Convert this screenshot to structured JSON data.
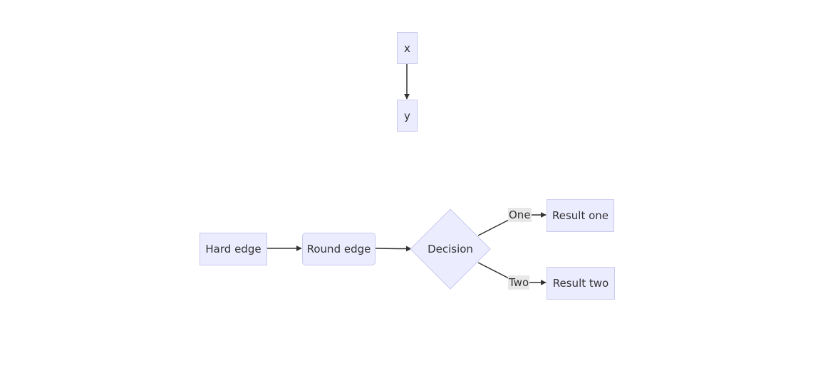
{
  "diagram": {
    "top": {
      "node_x": "x",
      "node_y": "y"
    },
    "flow": {
      "hard_edge": "Hard edge",
      "round_edge": "Round edge",
      "decision": "Decision",
      "result_one": "Result one",
      "result_two": "Result two",
      "label_one": "One",
      "label_two": "Two"
    }
  },
  "colors": {
    "node_fill": "#ececff",
    "node_stroke": "#c9c9ee",
    "edge": "#333333",
    "edge_label_bg": "#e8e8e8",
    "text": "#333333"
  }
}
